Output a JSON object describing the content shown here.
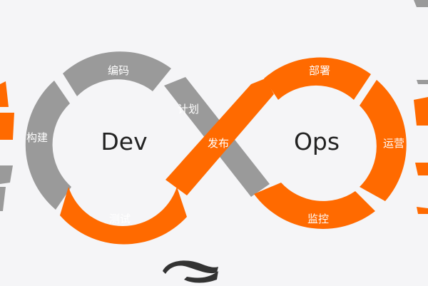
{
  "colors": {
    "background": "#f5f5f7",
    "grey": "#9a9a9a",
    "orange": "#ff6a00",
    "label": "#ffffff",
    "center_text": "#222222"
  },
  "diagram": {
    "left_center": "Dev",
    "right_center": "Ops",
    "segments": {
      "plan": "计划",
      "code": "编码",
      "build": "构建",
      "test": "测试",
      "release": "发布",
      "deploy": "部署",
      "operate": "运营",
      "monitor": "监控"
    }
  }
}
